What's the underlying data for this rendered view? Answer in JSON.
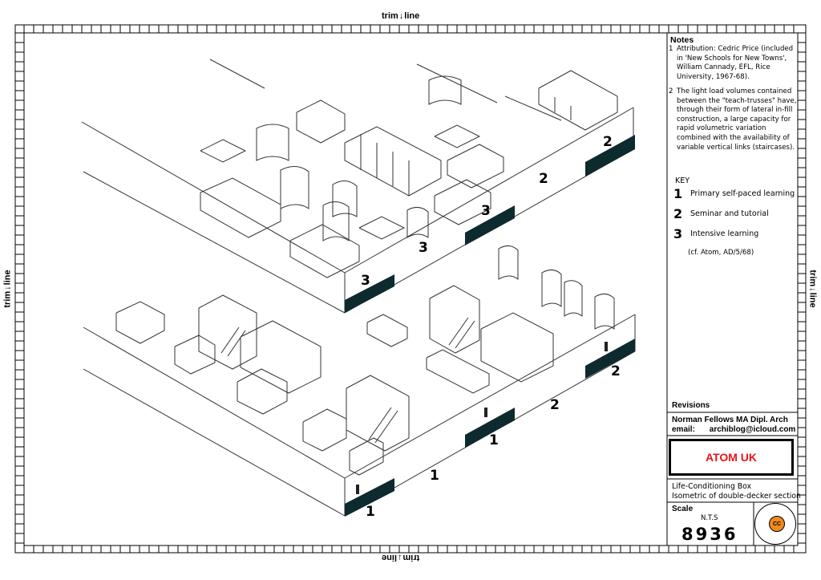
{
  "trim_label": {
    "before": "trim",
    "after": "line",
    "arrow": "↓"
  },
  "drawing": {
    "labels_upper": [
      "3",
      "2",
      "3",
      "2",
      "3"
    ],
    "labels_lower": [
      "1",
      "2",
      "1",
      "2",
      "1"
    ]
  },
  "notes": {
    "title": "Notes",
    "items": [
      {
        "num": "1",
        "text": "Attribution: Cedric Price (included in 'New Schools for New Towns', William Cannady, EFL, Rice University, 1967-68)."
      },
      {
        "num": "2",
        "text": "The light load volumes contained between the \"teach-trusses\" have, through their form of lateral in-fill construction, a large capacity for rapid volumetric variation combined with the availability of variable vertical links (staircases)."
      }
    ]
  },
  "key": {
    "title": "KEY",
    "items": [
      {
        "num": "1",
        "label": "Primary self-paced learning"
      },
      {
        "num": "2",
        "label": "Seminar and tutorial"
      },
      {
        "num": "3",
        "label": "Intensive learning"
      }
    ],
    "reference": "(cf. Atom, AD/5/68)"
  },
  "title_block": {
    "revisions": "Revisions",
    "author": "Norman Fellows  MA Dipl. Arch",
    "email_label": "email:",
    "email": "archiblog@icloud.com",
    "project": "ATOM UK",
    "subtitle_line1": "Life-Conditioning Box",
    "subtitle_line2": "Isometric of double-decker section",
    "scale_label": "Scale",
    "scale_value": "N.T.S",
    "drawing_number": "8936",
    "cc": "CC"
  },
  "colors": {
    "band": "#0d2a2f",
    "project_text": "#e8141b",
    "cc_badge": "#f08a1c"
  }
}
